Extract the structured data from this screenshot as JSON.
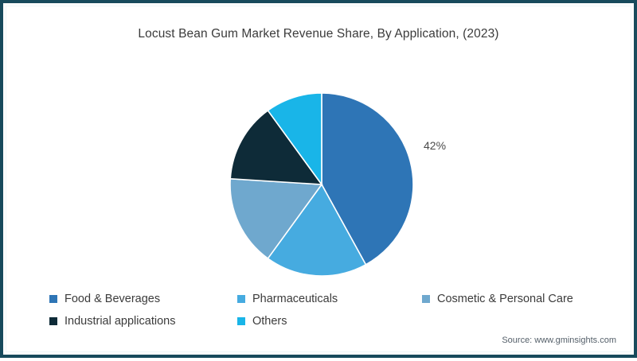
{
  "figure": {
    "title": "Locust Bean Gum Market Revenue Share, By Application, (2023)",
    "source": "Source: www.gminsights.com",
    "frame_color": "#174a5c",
    "background": "#ffffff"
  },
  "chart_data": {
    "type": "pie",
    "title": "Locust Bean Gum Market Revenue Share, By Application, (2023)",
    "xlabel": "",
    "ylabel": "",
    "unit": "%",
    "legend_position": "bottom",
    "grid": false,
    "start_angle_deg": 0,
    "direction": "clockwise",
    "categories": [
      "Food & Beverages",
      "Pharmaceuticals",
      "Cosmetic & Personal Care",
      "Industrial applications",
      "Others"
    ],
    "values": [
      42,
      18,
      16,
      14,
      10
    ],
    "colors": [
      "#2e75b6",
      "#46abe0",
      "#6fa8ce",
      "#0e2b38",
      "#19b5e8"
    ],
    "data_labels": [
      {
        "category": "Food & Beverages",
        "text": "42%",
        "shown": true
      },
      {
        "category": "Pharmaceuticals",
        "text": "",
        "shown": false
      },
      {
        "category": "Cosmetic & Personal Care",
        "text": "",
        "shown": false
      },
      {
        "category": "Industrial applications",
        "text": "",
        "shown": false
      },
      {
        "category": "Others",
        "text": "",
        "shown": false
      }
    ],
    "annotations": [
      "42%"
    ]
  },
  "legend": {
    "rows": [
      [
        {
          "label": "Food & Beverages",
          "color": "#2e75b6"
        },
        {
          "label": "Pharmaceuticals",
          "color": "#46abe0"
        },
        {
          "label": "Cosmetic & Personal Care",
          "color": "#6fa8ce"
        }
      ],
      [
        {
          "label": "Industrial applications",
          "color": "#0e2b38"
        },
        {
          "label": "Others",
          "color": "#19b5e8"
        }
      ]
    ]
  }
}
